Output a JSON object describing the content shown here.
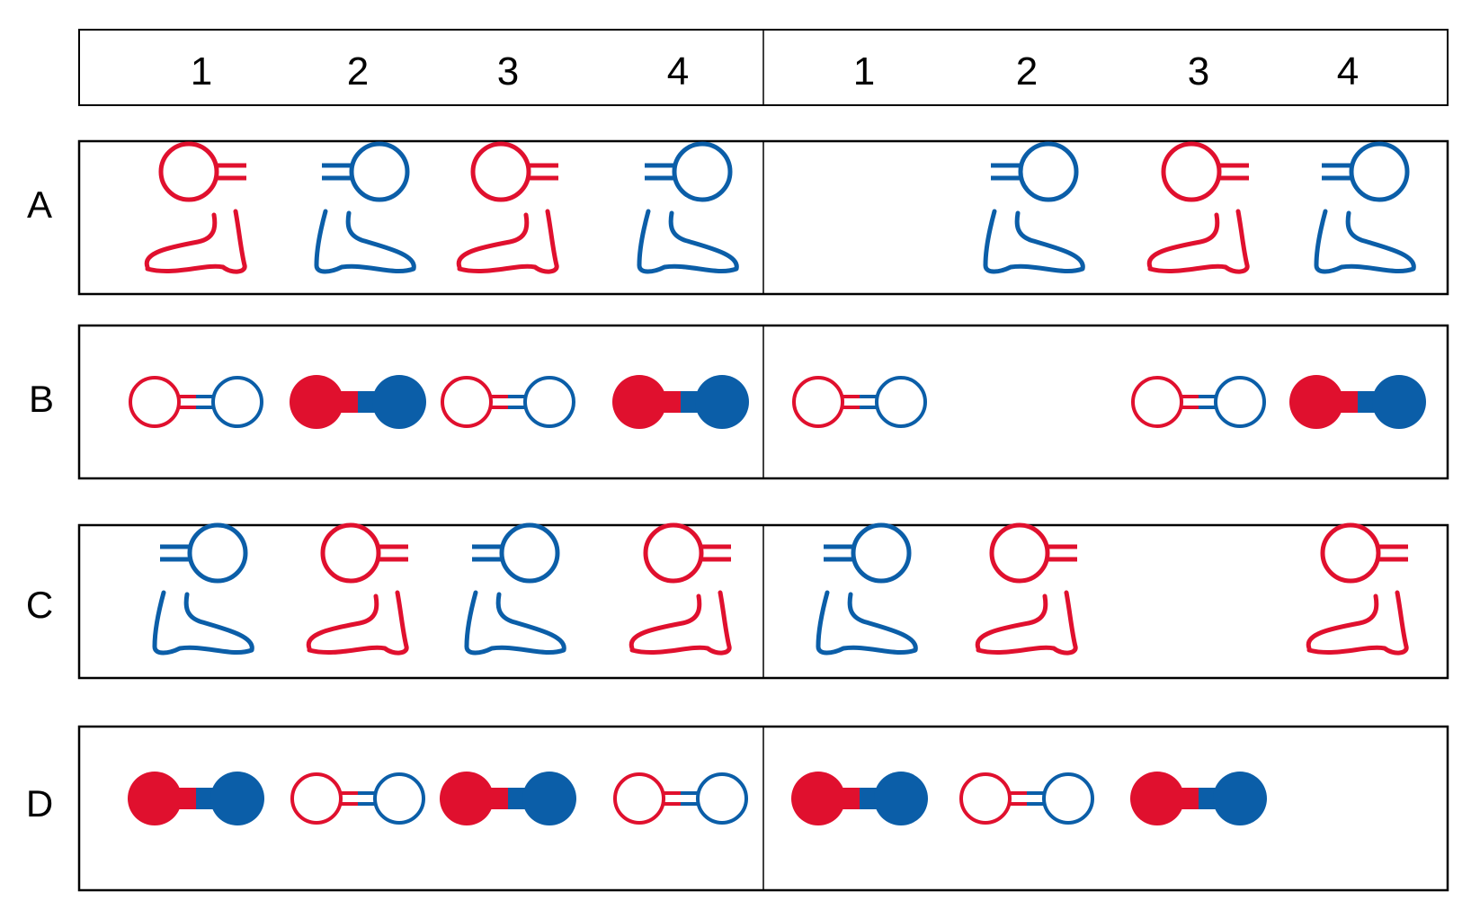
{
  "header": {
    "numbers_left": [
      "1",
      "2",
      "3",
      "4"
    ],
    "numbers_right": [
      "1",
      "2",
      "3",
      "4"
    ]
  },
  "colors": {
    "red": "#e0102e",
    "blue": "#0b5ea8"
  },
  "rows": [
    {
      "label": "A",
      "left": [
        "probe-red",
        "probe-blue",
        "probe-red",
        "probe-blue"
      ],
      "right": [
        "empty",
        "probe-blue",
        "probe-red",
        "probe-blue"
      ]
    },
    {
      "label": "B",
      "left": [
        "dumbbell-open",
        "dumbbell-filled",
        "dumbbell-open",
        "dumbbell-filled"
      ],
      "right": [
        "dumbbell-open",
        "empty",
        "dumbbell-open",
        "dumbbell-filled"
      ]
    },
    {
      "label": "C",
      "left": [
        "probe-blue",
        "probe-red",
        "probe-blue",
        "probe-red"
      ],
      "right": [
        "probe-blue",
        "probe-red",
        "empty",
        "probe-red"
      ]
    },
    {
      "label": "D",
      "left": [
        "dumbbell-filled",
        "dumbbell-open",
        "dumbbell-filled",
        "dumbbell-open"
      ],
      "right": [
        "dumbbell-filled",
        "dumbbell-open",
        "dumbbell-filled",
        "empty"
      ]
    }
  ]
}
